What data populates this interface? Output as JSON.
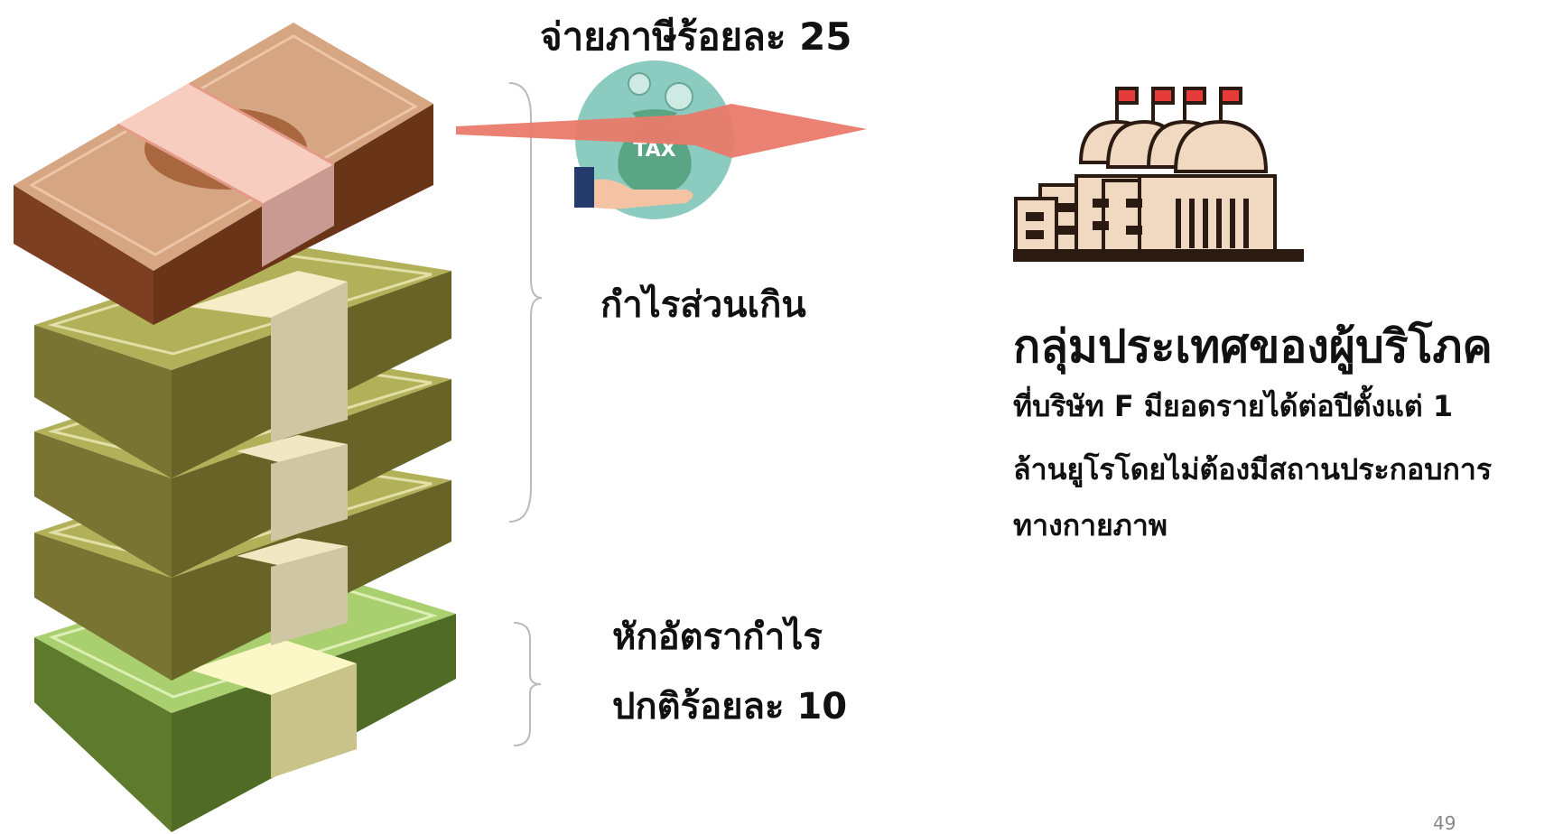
{
  "tax": {
    "title": "จ่ายภาษีร้อยละ 25",
    "badge_label": "TAX",
    "icon": "tax-money-bag-icon"
  },
  "profit": {
    "excess_label": "กำไรส่วนเกิน",
    "normal_line1": "หักอัตรากำไร",
    "normal_line2": "ปกติร้อยละ 10"
  },
  "consumer": {
    "heading": "กลุ่มประเทศของผู้บริโภค",
    "desc_line1": "ที่บริษัท F มียอดรายได้ต่อปีตั้งแต่ 1",
    "desc_line2": "ล้านยูโรโดยไม่ต้องมีสถานประกอบการ",
    "desc_line3": "ทางกายภาพ",
    "icon": "government-building-icon"
  },
  "page_number": "49",
  "colors": {
    "brown_stack": "#a0583a",
    "olive_stack": "#b2b15a",
    "green_stack": "#a9cf6f",
    "arrow": "#e97a6b",
    "tax_circle": "#8ccbbf",
    "bracket": "#bbbbbb"
  }
}
